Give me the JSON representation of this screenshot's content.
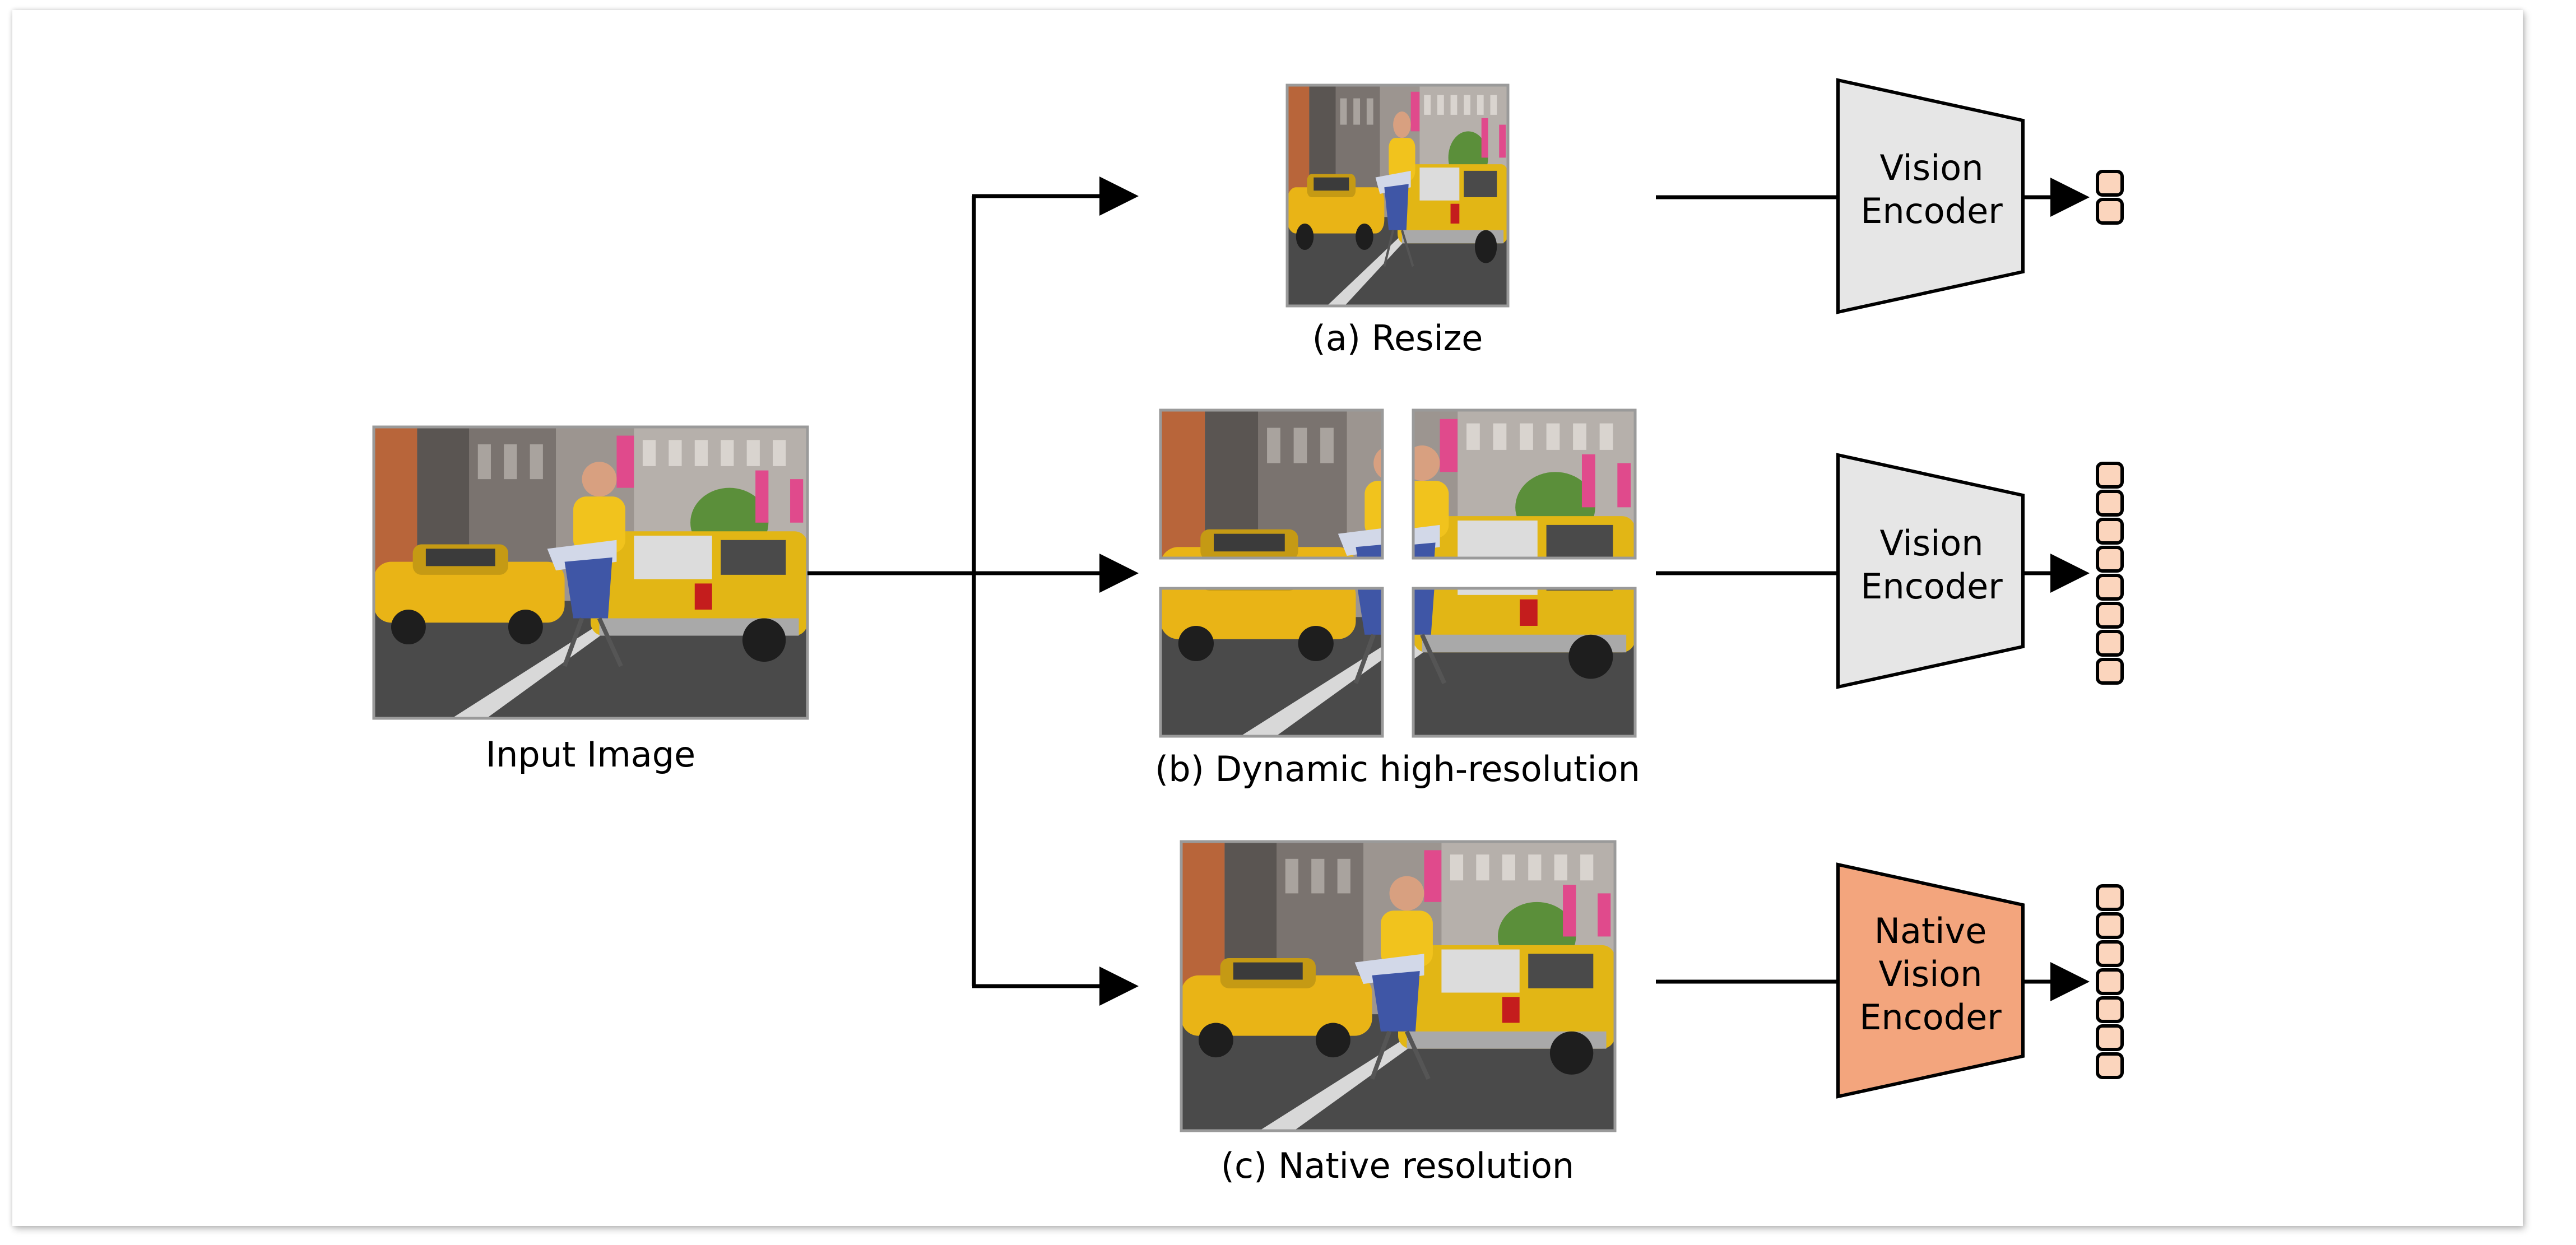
{
  "input_image": {
    "caption": "Input Image"
  },
  "panels": [
    {
      "caption": "(a) Resize",
      "encoder_lines": [
        "Vision",
        "Encoder"
      ],
      "token_count": 2,
      "encoder_color": "#e6e6e6"
    },
    {
      "caption": "(b) Dynamic high-resolution",
      "encoder_lines": [
        "Vision",
        "Encoder"
      ],
      "token_count": 8,
      "encoder_color": "#e6e6e6"
    },
    {
      "caption": "(c) Native resolution",
      "encoder_lines": [
        "Native",
        "Vision",
        "Encoder"
      ],
      "token_count": 7,
      "encoder_color": "#f3a57d"
    }
  ],
  "colors": {
    "token_fill": "#fbd5bd",
    "encoder_stroke": "#000000",
    "arrow": "#000000"
  }
}
